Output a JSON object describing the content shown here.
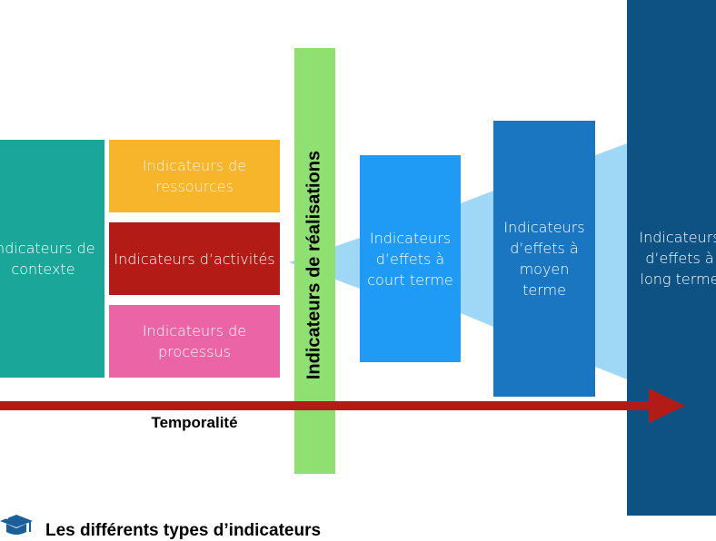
{
  "boxes": {
    "contexte": "Indicateurs de contexte",
    "ressources": "Indicateurs de ressources",
    "activites": "Indicateurs d’activités",
    "processus": "Indicateurs de processus",
    "court_terme": "Indicateurs d’effets à court terme",
    "moyen_terme": "Indicateurs d’effets à moyen terme",
    "long_terme": "Indicateurs d’effets à long terme"
  },
  "realisations_label": "Indicateurs de réalisations",
  "timeline_label": "Temporalité",
  "footer": {
    "title": "Les différents types d’indicateurs",
    "icon": "graduation-cap-icon"
  },
  "colors": {
    "contexte": "#1aa79a",
    "ressources": "#f7b52c",
    "activites": "#b31b16",
    "processus": "#eb65a6",
    "realisations": "#8fe070",
    "court_terme": "#1f9bf5",
    "moyen_terme": "#1b76c2",
    "long_terme": "#0e5284",
    "funnel": "#9fd8f7",
    "timeline_arrow": "#b31b16"
  }
}
